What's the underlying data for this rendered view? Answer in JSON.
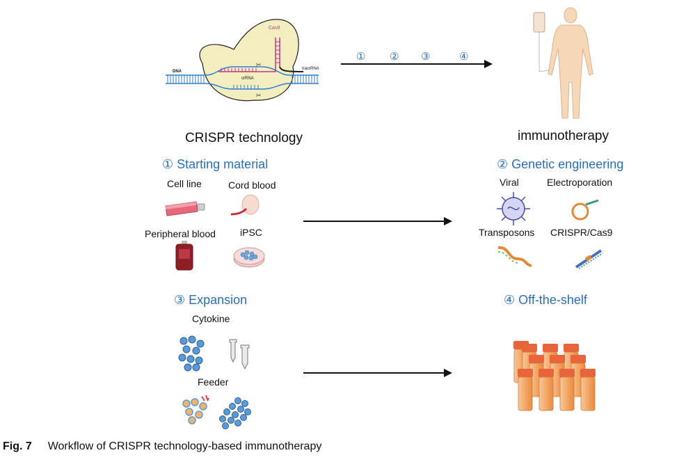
{
  "crispr_figure": {
    "cas9_label": "Cas9",
    "dna_label": "DNA",
    "tracrrna_label": "tracrRNA",
    "crrna_label": "crRNA"
  },
  "top": {
    "steps": [
      "①",
      "②",
      "③",
      "④"
    ],
    "crispr_caption": "CRISPR technology",
    "immunotherapy_caption": "immunotherapy"
  },
  "starting_material": {
    "title": "① Starting material",
    "items": [
      "Cell line",
      "Cord blood",
      "Peripheral blood",
      "iPSC"
    ]
  },
  "genetic_engineering": {
    "title": "② Genetic engineering",
    "items": [
      "Viral",
      "Electroporation",
      "Transposons",
      "CRISPR/Cas9"
    ]
  },
  "expansion": {
    "title": "③  Expansion",
    "items": [
      "Cytokine",
      "Feeder"
    ]
  },
  "off_the_shelf": {
    "title": "④ Off-the-shelf"
  },
  "caption": {
    "label": "Fig. 7",
    "text": "Workflow of CRISPR technology-based immunotherapy"
  },
  "colors": {
    "accent_blue": "#2a6fb6",
    "cas9_fill": "#f3eec0",
    "dna_blue": "#2f7fd0",
    "rna_pink": "#c2338a",
    "vial_orange": "#e8643a"
  }
}
